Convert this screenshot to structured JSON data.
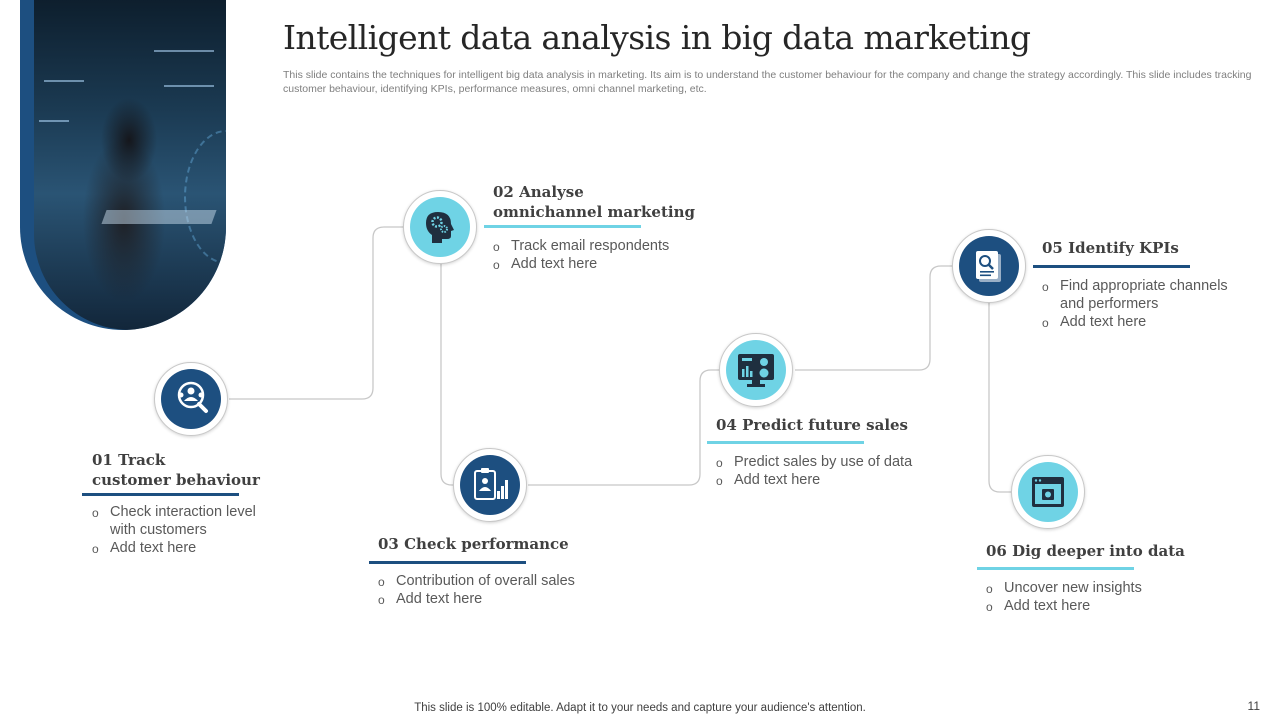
{
  "title": "Intelligent data analysis in big data marketing",
  "subtitle": "This slide contains the techniques for intelligent big data analysis in marketing. Its aim is to understand the customer behaviour for the company and change the strategy accordingly. This slide includes tracking customer behaviour, identifying KPIs, performance measures, omni channel marketing, etc.",
  "steps": [
    {
      "number": "01",
      "title_line1": "01 Track",
      "title_line2": "customer behaviour",
      "icon": "customer-search-icon",
      "bullets": [
        "Check interaction level with customers",
        "Add text here"
      ]
    },
    {
      "number": "02",
      "title_line1": "02 Analyse",
      "title_line2": "omnichannel marketing",
      "icon": "head-gears-icon",
      "bullets": [
        "Track email respondents",
        "Add text here"
      ]
    },
    {
      "number": "03",
      "title_line1": "03 Check performance",
      "title_line2": "",
      "icon": "performance-report-icon",
      "bullets": [
        "Contribution of overall sales",
        "Add text here"
      ]
    },
    {
      "number": "04",
      "title_line1": "04 Predict future sales",
      "title_line2": "",
      "icon": "sales-dashboard-icon",
      "bullets": [
        "Predict sales by use of data",
        "Add text here"
      ]
    },
    {
      "number": "05",
      "title_line1": "05 Identify KPIs",
      "title_line2": "",
      "icon": "kpi-document-icon",
      "bullets": [
        "Find appropriate channels and performers",
        "Add text here"
      ]
    },
    {
      "number": "06",
      "title_line1": "06 Dig deeper into data",
      "title_line2": "",
      "icon": "data-browser-icon",
      "bullets": [
        "Uncover new insights",
        "Add text here"
      ]
    }
  ],
  "colors": {
    "dark_blue": "#1d4f80",
    "light_cyan": "#6fd3e5",
    "connector": "#c8c8c8"
  },
  "footer": "This slide is 100% editable. Adapt it to your needs and capture your audience's attention.",
  "page_number": "11"
}
